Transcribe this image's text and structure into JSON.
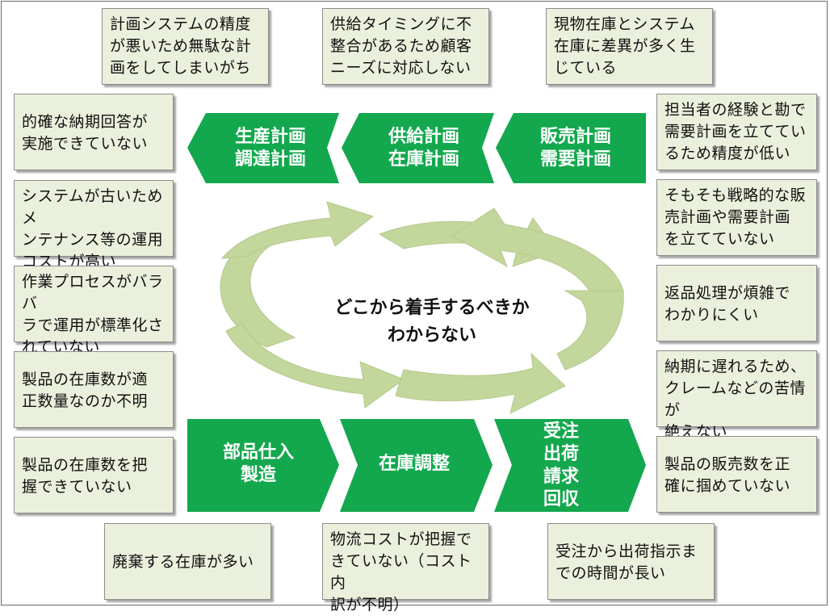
{
  "colors": {
    "chevron": "#13a84e",
    "cycle_arrow": "#c3d69b",
    "note_fill": "#eaf0dc"
  },
  "center": {
    "text": "どこから着手するべきか\nわからない"
  },
  "top_chevrons": [
    {
      "label": "生産計画\n調達計画"
    },
    {
      "label": "供給計画\n在庫計画"
    },
    {
      "label": "販売計画\n需要計画"
    }
  ],
  "bottom_chevrons": [
    {
      "label": "部品仕入\n製造"
    },
    {
      "label": "在庫調整"
    },
    {
      "label": "受注\n出荷\n請求\n回収"
    }
  ],
  "notes": {
    "top": [
      "計画システムの精度\nが悪いため無駄な計\n画をしてしまいがち",
      "供給タイミングに不\n整合があるため顧客\nニーズに対応しない",
      "現物在庫とシステム\n在庫に差異が多く生\nじている"
    ],
    "left": [
      "的確な納期回答が\n実施できていない",
      "システムが古いためメ\nンテナンス等の運用\nコストが高い",
      "作業プロセスがバラバ\nラで運用が標準化さ\nれていない",
      "製品の在庫数が適\n正数量なのか不明",
      "製品の在庫数を把\n握できていない"
    ],
    "right": [
      "担当者の経験と勘で\n需要計画を立ててい\nるため精度が低い",
      "そもそも戦略的な販\n売計画や需要計画\nを立てていない",
      "返品処理が煩雑で\nわかりにくい",
      "納期に遅れるため、\nクレームなどの苦情が\n絶えない",
      "製品の販売数を正\n確に掴めていない"
    ],
    "bottom": [
      "廃棄する在庫が多い",
      "物流コストが把握で\nきていない（コスト内\n訳が不明）",
      "受注から出荷指示ま\nでの時間が長い"
    ]
  }
}
